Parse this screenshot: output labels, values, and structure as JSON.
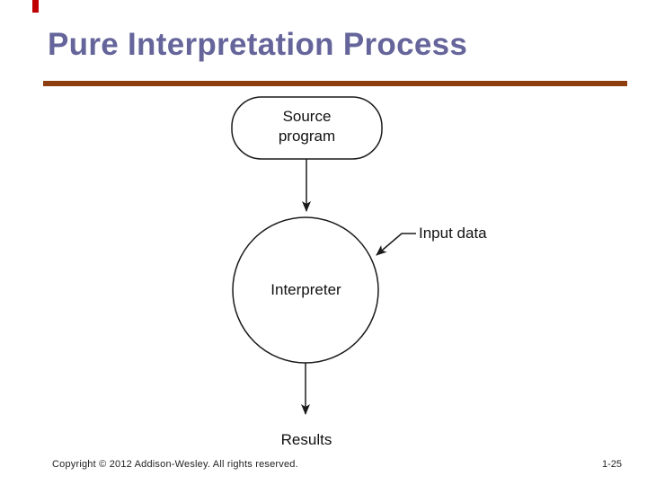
{
  "slide": {
    "title": "Pure Interpretation Process",
    "footer": {
      "copyright": "Copyright © 2012 Addison-Wesley. All rights reserved.",
      "page_number": "1-25"
    },
    "colors": {
      "title_text": "#65659B",
      "rule": "#8E3E0E",
      "accent_bar": "#C00000",
      "diagram_ink": "#1A1A1A"
    }
  },
  "diagram": {
    "source_node": {
      "line1": "Source",
      "line2": "program",
      "shape": "rounded-rectangle"
    },
    "interpreter_node": {
      "label": "Interpreter",
      "shape": "circle"
    },
    "input_data_label": "Input data",
    "results_label": "Results",
    "edges": [
      {
        "from": "Source program",
        "to": "Interpreter"
      },
      {
        "from": "Input data",
        "to": "Interpreter"
      },
      {
        "from": "Interpreter",
        "to": "Results"
      }
    ]
  }
}
